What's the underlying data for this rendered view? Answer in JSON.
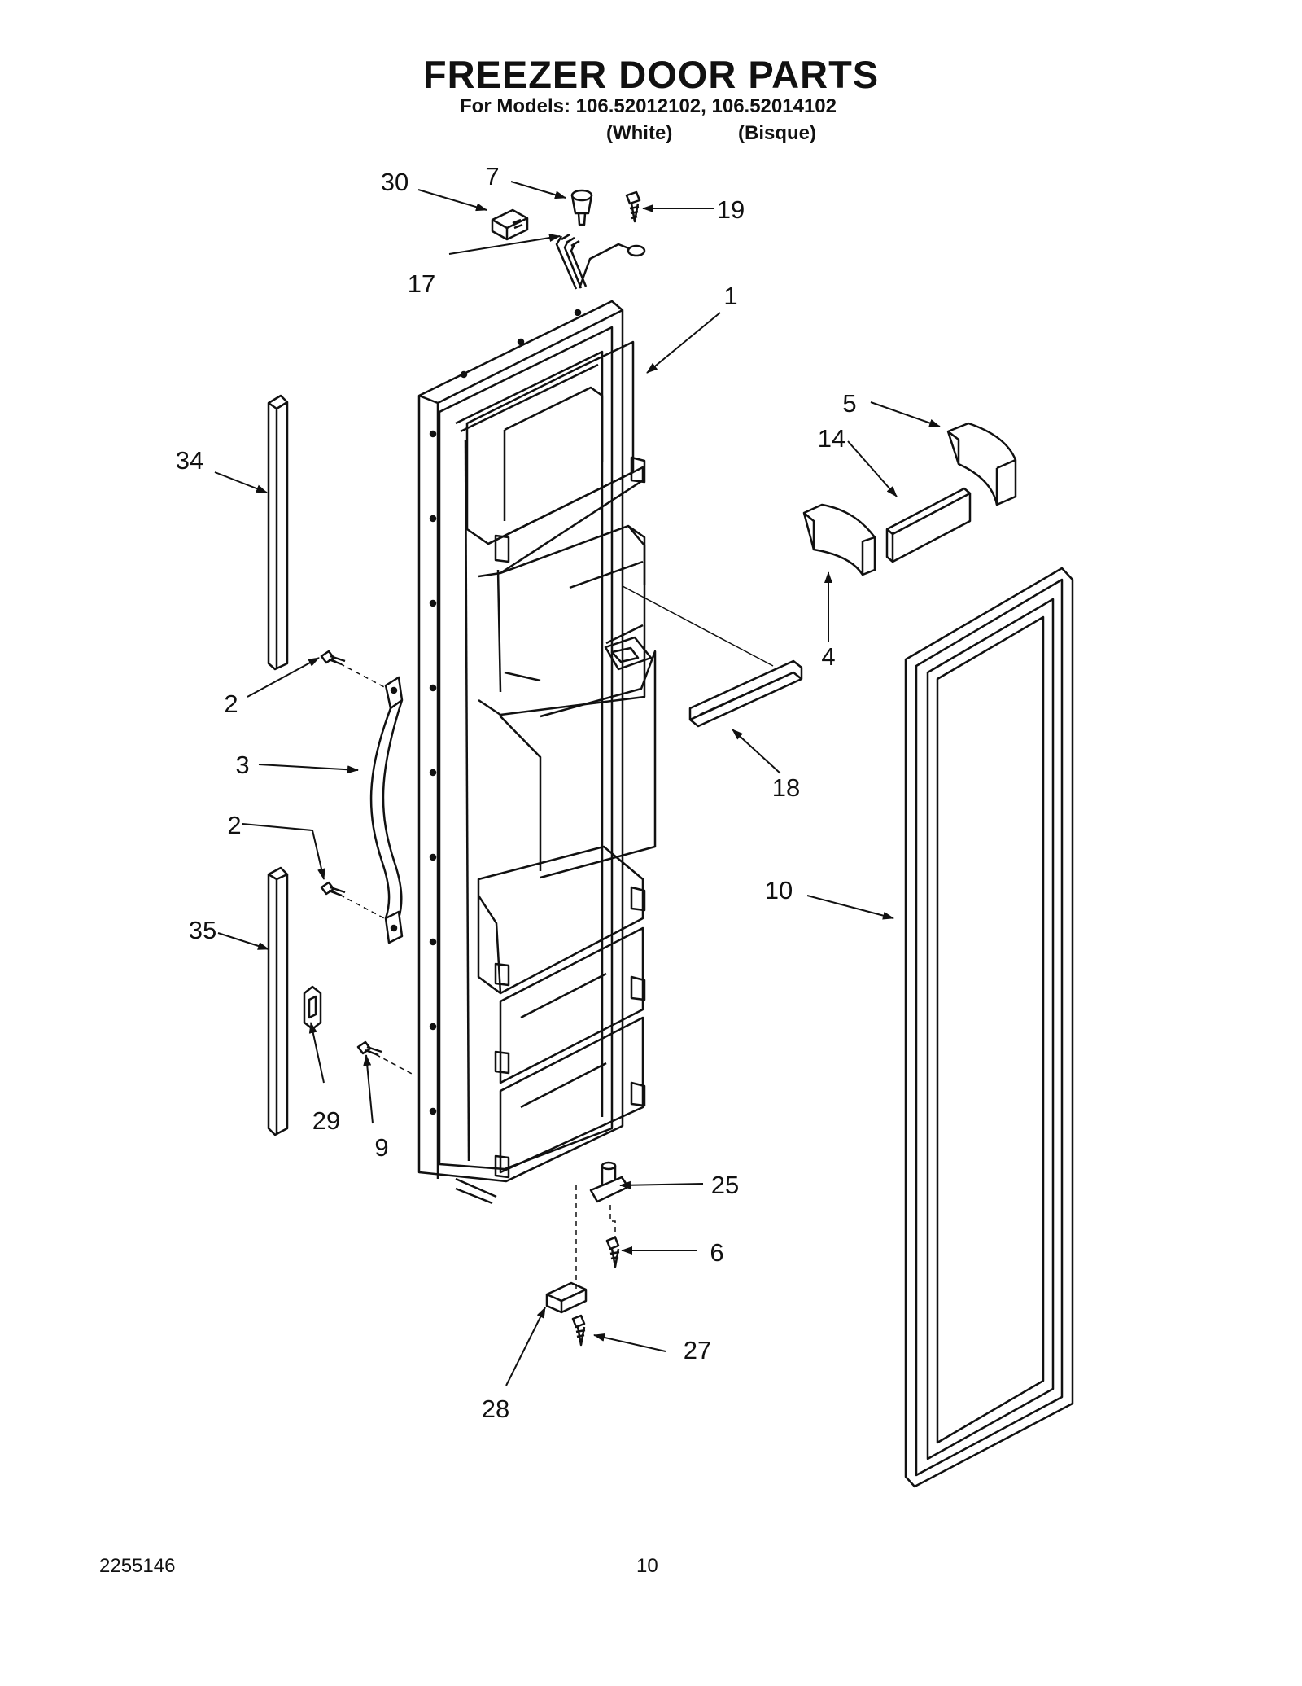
{
  "title": "FREEZER DOOR PARTS",
  "models_line": "For Models: 106.52012102, 106.52014102",
  "variant_white": "(White)",
  "variant_bisque": "(Bisque)",
  "footer_left": "2255146",
  "footer_page": "10",
  "callouts": {
    "c30": "30",
    "c7": "7",
    "c19": "19",
    "c17": "17",
    "c1": "1",
    "c5": "5",
    "c14": "14",
    "c34": "34",
    "c4": "4",
    "c2a": "2",
    "c3": "3",
    "c18": "18",
    "c2b": "2",
    "c10": "10",
    "c35": "35",
    "c29": "29",
    "c9": "9",
    "c25": "25",
    "c6": "6",
    "c27": "27",
    "c28": "28"
  }
}
